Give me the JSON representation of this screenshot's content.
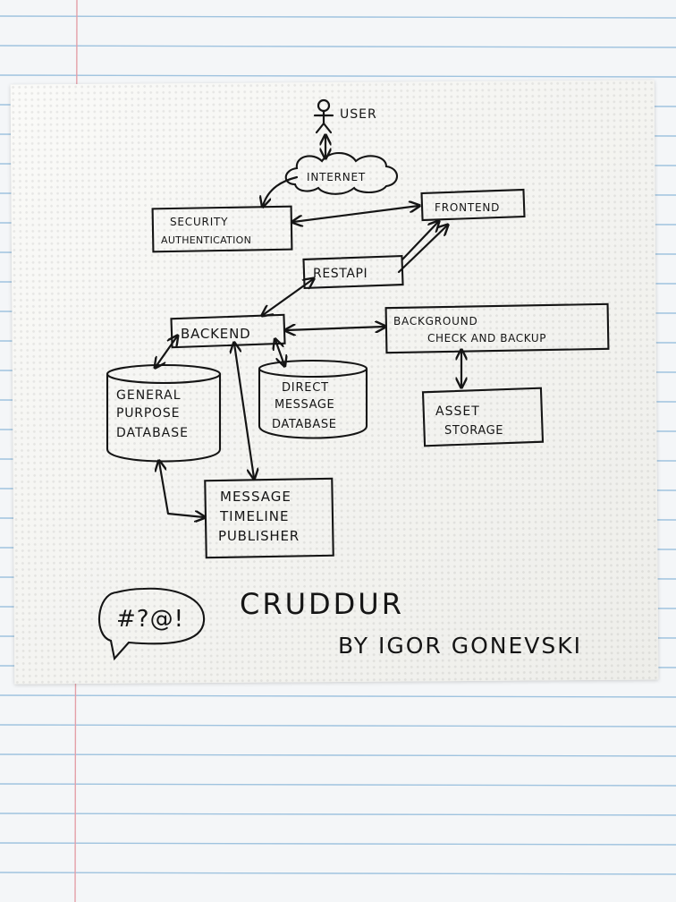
{
  "diagram": {
    "nodes": {
      "user": "USER",
      "internet": "INTERNET",
      "security": [
        "SECURITY",
        "AUTHENTICATION"
      ],
      "frontend": "FRONTEND",
      "restapi": "RESTAPI",
      "backend": "BACKEND",
      "background": [
        "BACKGROUND",
        "CHECK AND BACKUP"
      ],
      "general_db": [
        "GENERAL",
        "PURPOSE",
        "DATABASE"
      ],
      "dm_db": [
        "DIRECT",
        "MESSAGE",
        "DATABASE"
      ],
      "asset": [
        "ASSET",
        "STORAGE"
      ],
      "publisher": [
        "MESSAGE",
        "TIMELINE",
        "PUBLISHER"
      ]
    },
    "edges": [
      [
        "user",
        "internet"
      ],
      [
        "internet",
        "security"
      ],
      [
        "security",
        "frontend"
      ],
      [
        "frontend",
        "restapi"
      ],
      [
        "restapi",
        "backend"
      ],
      [
        "backend",
        "background"
      ],
      [
        "backend",
        "general_db"
      ],
      [
        "backend",
        "dm_db"
      ],
      [
        "backend",
        "publisher"
      ],
      [
        "background",
        "asset"
      ],
      [
        "general_db",
        "publisher"
      ]
    ]
  },
  "logo": {
    "symbols": "#?@!"
  },
  "title": "CRUDDUR",
  "byline": "BY IGOR GONEVSKI"
}
